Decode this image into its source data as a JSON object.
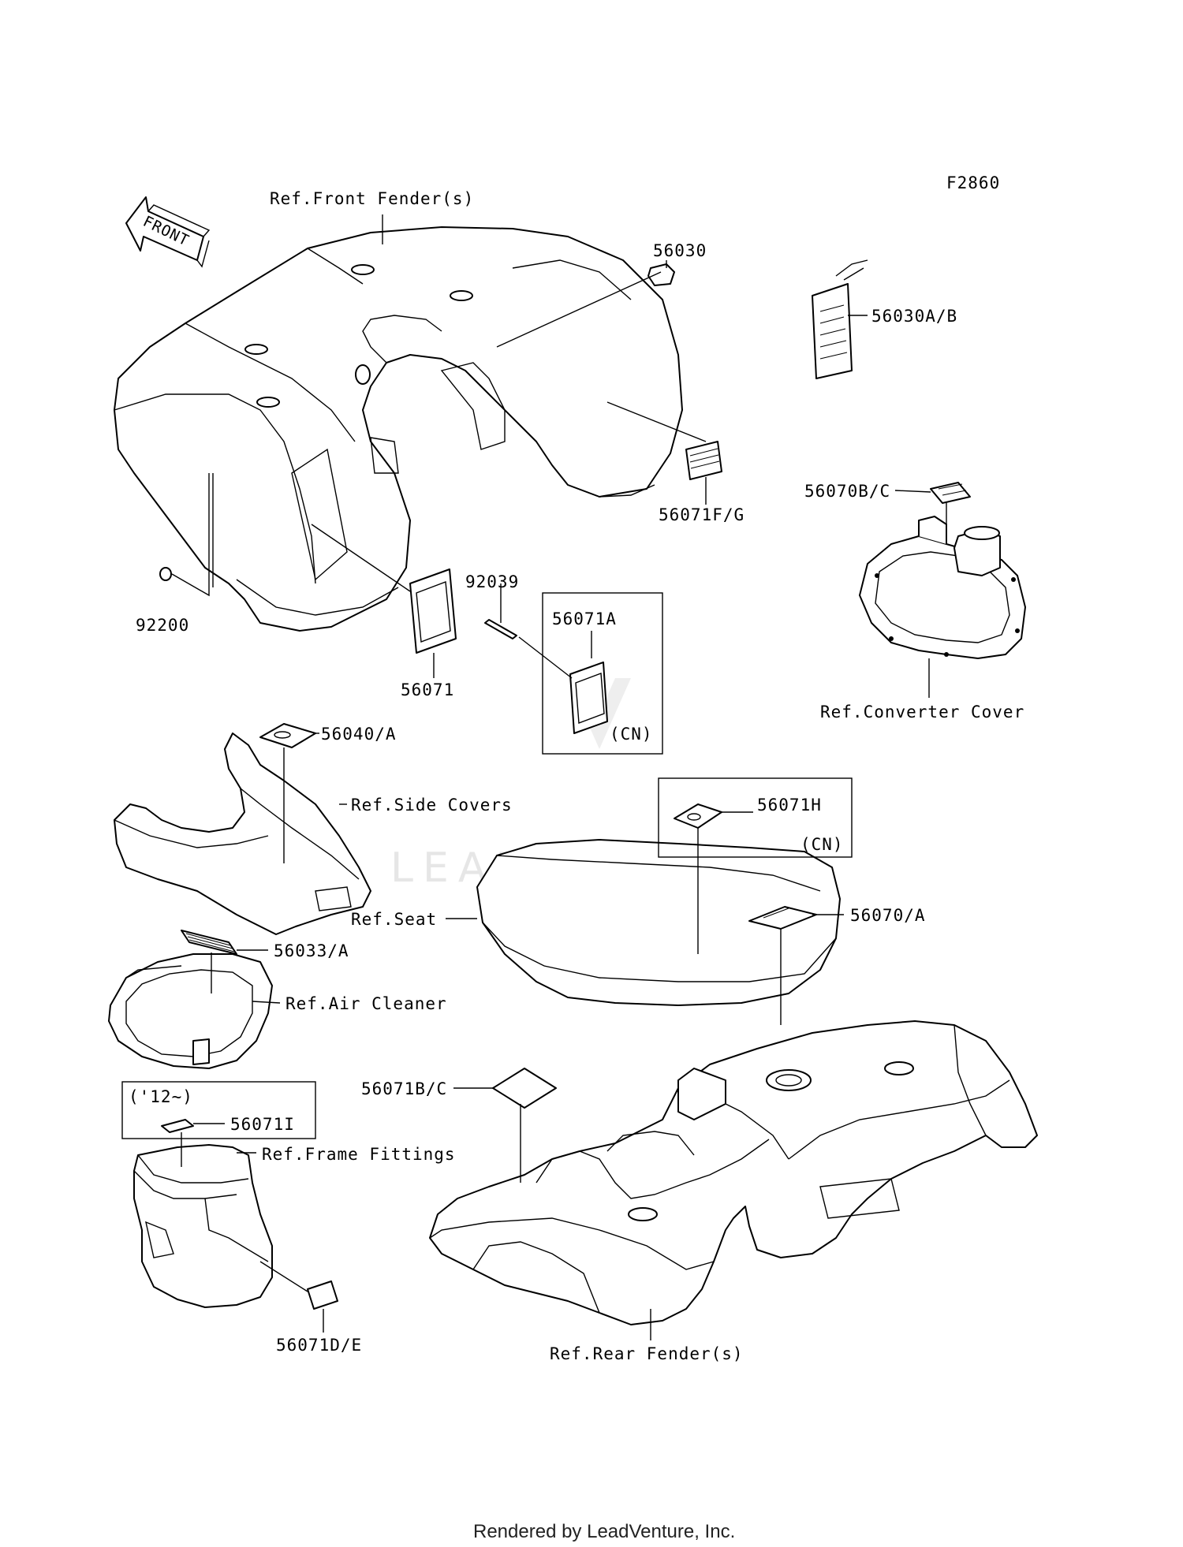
{
  "figure_code": "F2860",
  "front_arrow_label": "FRONT",
  "watermark": "LEADVENTURE",
  "footer": "Rendered by LeadVenture, Inc.",
  "labels": {
    "ref_front_fender": "Ref.Front Fender(s)",
    "p56030": "56030",
    "p56030AB": "56030A/B",
    "p56071FG": "56071F/G",
    "p56070BC": "56070B/C",
    "ref_converter_cover": "Ref.Converter Cover",
    "p92200": "92200",
    "p92039": "92039",
    "p56071": "56071",
    "p56071A": "56071A",
    "cn1": "(CN)",
    "p56040A": "56040/A",
    "ref_side_covers": "Ref.Side Covers",
    "p56071H": "56071H",
    "cn2": "(CN)",
    "ref_seat": "Ref.Seat",
    "p56070A": "56070/A",
    "p56033A": "56033/A",
    "ref_air_cleaner": "Ref.Air Cleaner",
    "p56071BC": "56071B/C",
    "year_note": "('12~)",
    "p56071I": "56071I",
    "ref_frame_fittings": "Ref.Frame Fittings",
    "p56071DE": "56071D/E",
    "ref_rear_fender": "Ref.Rear Fender(s)"
  }
}
